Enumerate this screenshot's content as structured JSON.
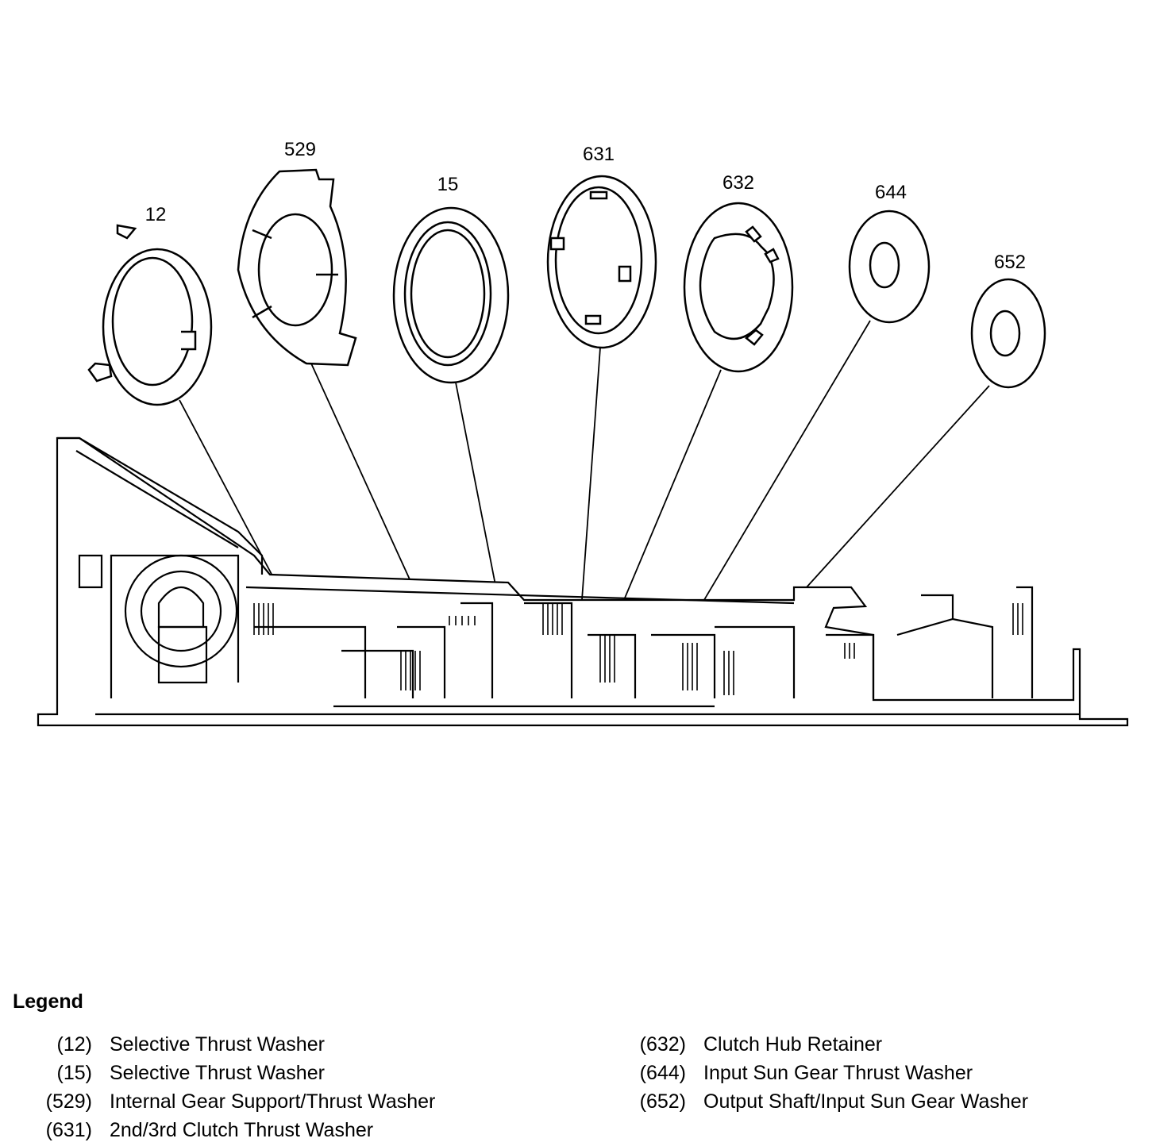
{
  "callouts": {
    "c12": "12",
    "c529": "529",
    "c15": "15",
    "c631": "631",
    "c632": "632",
    "c644": "644",
    "c652": "652"
  },
  "legend": {
    "title": "Legend",
    "items": [
      {
        "num": "(12)",
        "label": "Selective Thrust Washer"
      },
      {
        "num": "(15)",
        "label": "Selective Thrust Washer"
      },
      {
        "num": "(529)",
        "label": "Internal Gear Support/Thrust Washer"
      },
      {
        "num": "(631)",
        "label": "2nd/3rd Clutch Thrust Washer"
      },
      {
        "num": "(632)",
        "label": "Clutch Hub Retainer"
      },
      {
        "num": "(644)",
        "label": "Input Sun Gear Thrust Washer"
      },
      {
        "num": "(652)",
        "label": "Output Shaft/Input Sun Gear Washer"
      }
    ]
  }
}
